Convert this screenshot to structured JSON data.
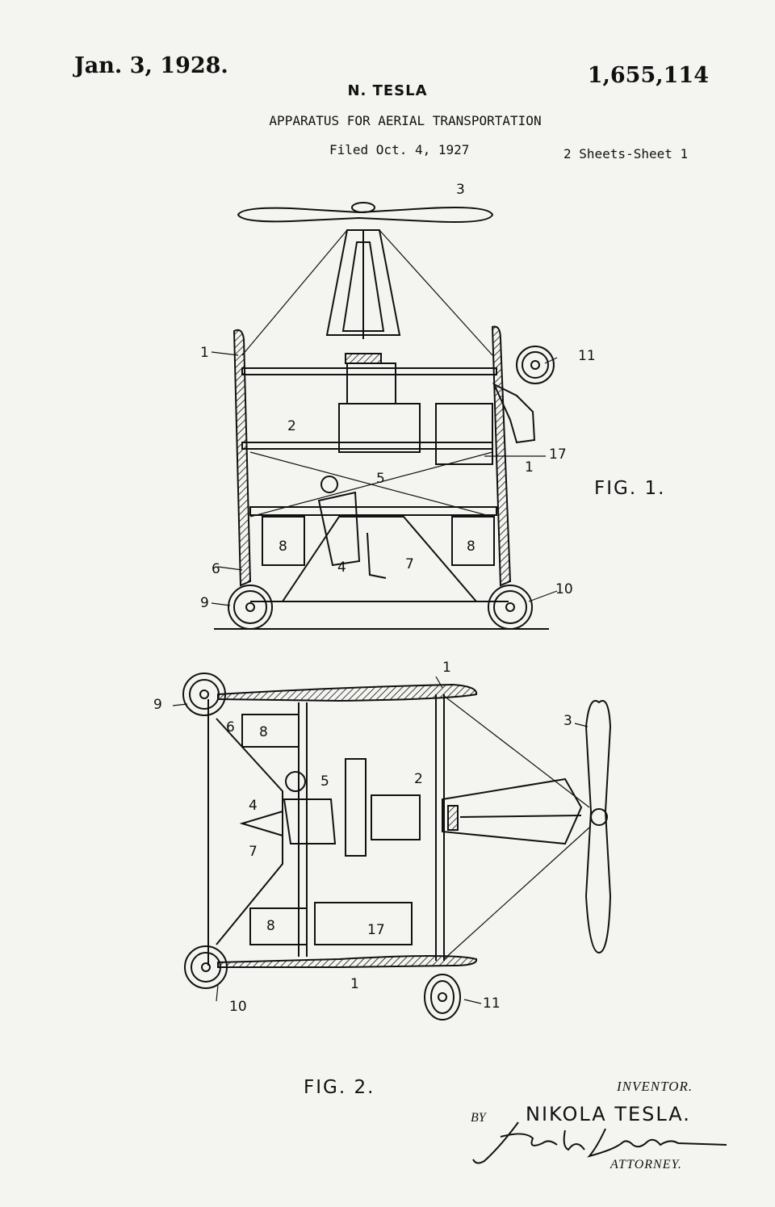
{
  "header": {
    "date": "Jan. 3, 1928.",
    "patent_number": "1,655,114",
    "inventor_short": "N. TESLA",
    "title": "APPARATUS FOR AERIAL TRANSPORTATION",
    "filed": "Filed Oct. 4, 1927",
    "sheets": "2 Sheets-Sheet 1"
  },
  "figure1": {
    "label": "FIG. 1.",
    "ref_numerals": [
      "3",
      "1",
      "11",
      "2",
      "17",
      "1",
      "5",
      "8",
      "4",
      "7",
      "8",
      "6",
      "9",
      "10"
    ]
  },
  "figure2": {
    "label": "FIG. 2.",
    "ref_numerals": [
      "1",
      "9",
      "6",
      "8",
      "3",
      "5",
      "2",
      "4",
      "7",
      "8",
      "17",
      "1",
      "10",
      "11"
    ]
  },
  "footer": {
    "inventor_label": "INVENTOR.",
    "inventor_name": "NIKOLA TESLA.",
    "by_label": "BY",
    "attorney_label": "ATTORNEY.",
    "attorney_signature": "John P. Larboy"
  }
}
